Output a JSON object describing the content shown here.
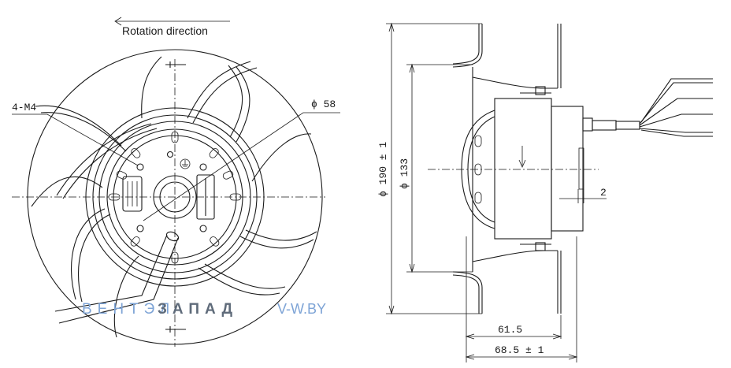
{
  "front_view": {
    "rotation_label": "Rotation direction",
    "mount_label": "4-M4",
    "diameter_label": "ϕ 58"
  },
  "side_view": {
    "outer_diameter": "ϕ 190 ± 1",
    "inner_diameter": "ϕ 133",
    "offset_dim": "2",
    "depth_dim_1": "61.5",
    "depth_dim_2": "68.5 ± 1"
  },
  "watermark": {
    "part1": "ВЕНТЭЛ",
    "part2": "ЗАПАД",
    "part3": "V-W.BY"
  }
}
